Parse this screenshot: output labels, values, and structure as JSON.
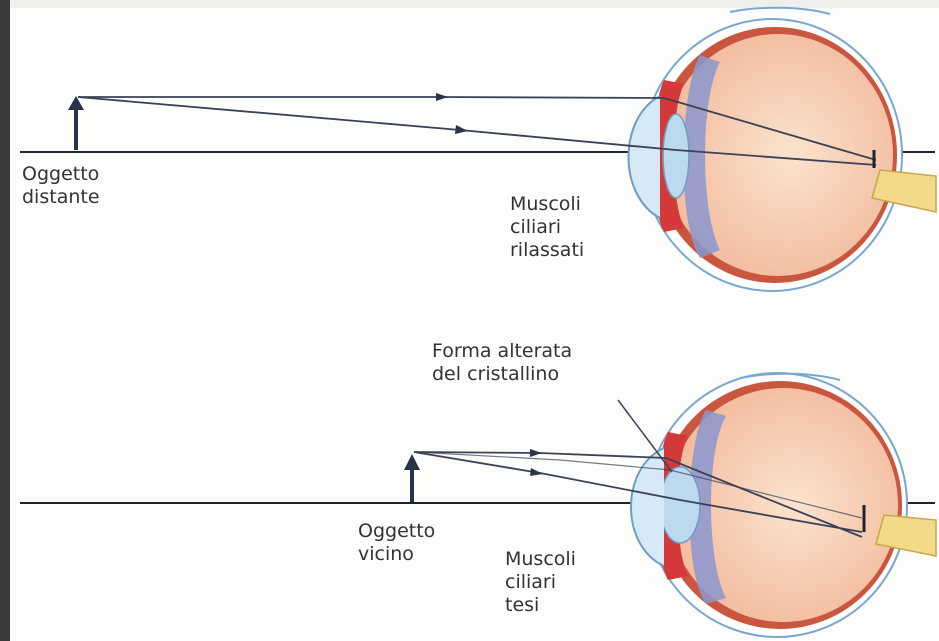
{
  "diagram": {
    "top": {
      "object_label": "Oggetto\ndistante",
      "muscles_label": "Muscoli\nciliari\nrilassati"
    },
    "bottom": {
      "lens_label": "Forma alterata\ndel cristallino",
      "object_label": "Oggetto\nvicino",
      "muscles_label": "Muscoli\nciliari\ntesi"
    }
  },
  "colors": {
    "sclera": "#f6d1b8",
    "choroid": "#c9563f",
    "iris_muscle": "#d43838",
    "lens": "#bcd9ee",
    "cornea": "#d5e9f6",
    "ciliary_body": "#8a96cf",
    "optic_nerve": "#f3d98a",
    "ray_line": "#3b4258",
    "axis_line": "#20242e",
    "arrow": "#28324a"
  }
}
